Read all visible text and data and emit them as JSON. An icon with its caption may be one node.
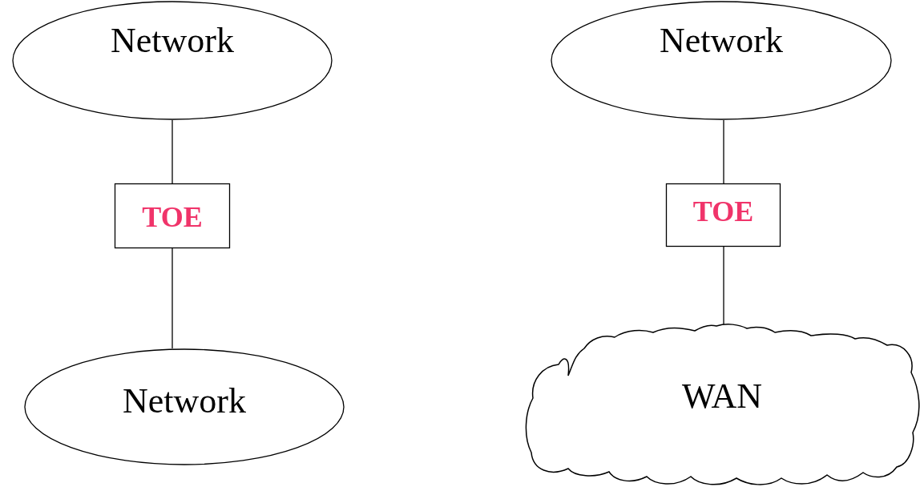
{
  "diagram": {
    "nodes": [
      {
        "text": [
          "Network"
        ]
      },
      {
        "text": [
          "TOE"
        ]
      },
      {
        "text": [
          "Network"
        ]
      },
      {
        "text": [
          "Network"
        ]
      },
      {
        "text": [
          "TOE"
        ]
      },
      {
        "text": [
          "WAN"
        ]
      }
    ],
    "edges": [
      {
        "from": 0,
        "to": 1,
        "arrow": "none"
      },
      {
        "from": 1,
        "to": 2,
        "arrow": "none"
      },
      {
        "from": 3,
        "to": 4,
        "arrow": "none"
      },
      {
        "from": 4,
        "to": 5,
        "arrow": "none"
      }
    ]
  }
}
